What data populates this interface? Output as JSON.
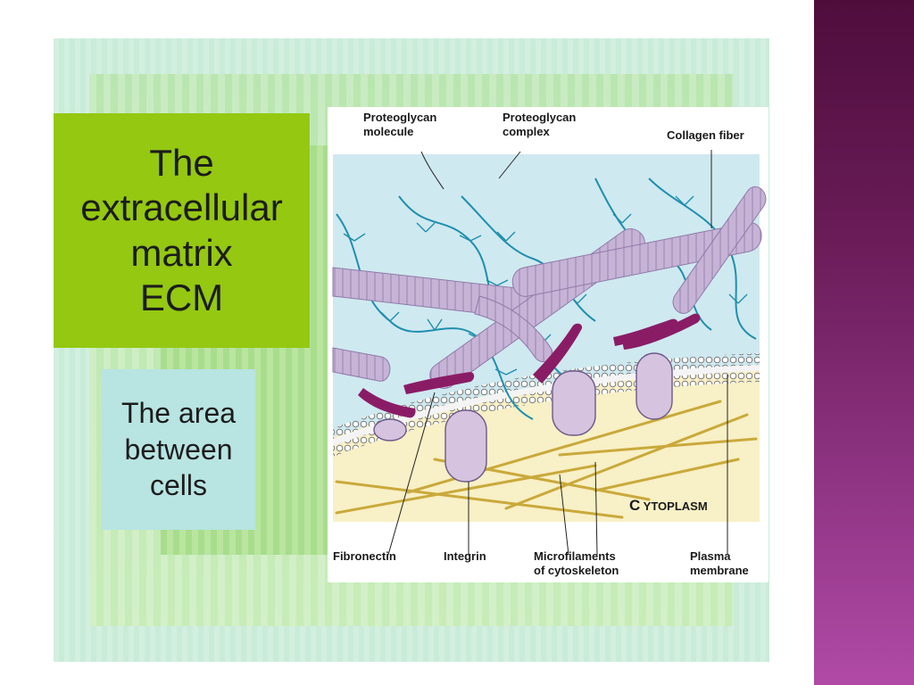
{
  "slide": {
    "title_lines": [
      "The",
      "extracellular",
      "matrix",
      "ECM"
    ],
    "subtitle_lines": [
      "The area",
      "between",
      "cells"
    ]
  },
  "diagram": {
    "labels": {
      "proteoglycan_molecule": [
        "Proteoglycan",
        "molecule"
      ],
      "proteoglycan_complex": [
        "Proteoglycan",
        "complex"
      ],
      "collagen_fiber": "Collagen fiber",
      "cytoplasm_cap": "C",
      "cytoplasm_rest": "YTOPLASM",
      "fibronectin": "Fibronectin",
      "integrin": "Integrin",
      "microfilaments": [
        "Microfilaments",
        "of cytoskeleton"
      ],
      "plasma_membrane": [
        "Plasma",
        "membrane"
      ]
    },
    "colors": {
      "extracellular": "#cfe9f0",
      "cytoplasm": "#f8f0c6",
      "collagen": "#c6b3d6",
      "fibronectin": "#8a1c66",
      "integrin": "#d5c3e0",
      "proteoglycan": "#1f8fae",
      "microfilament": "#c9a93b"
    }
  }
}
